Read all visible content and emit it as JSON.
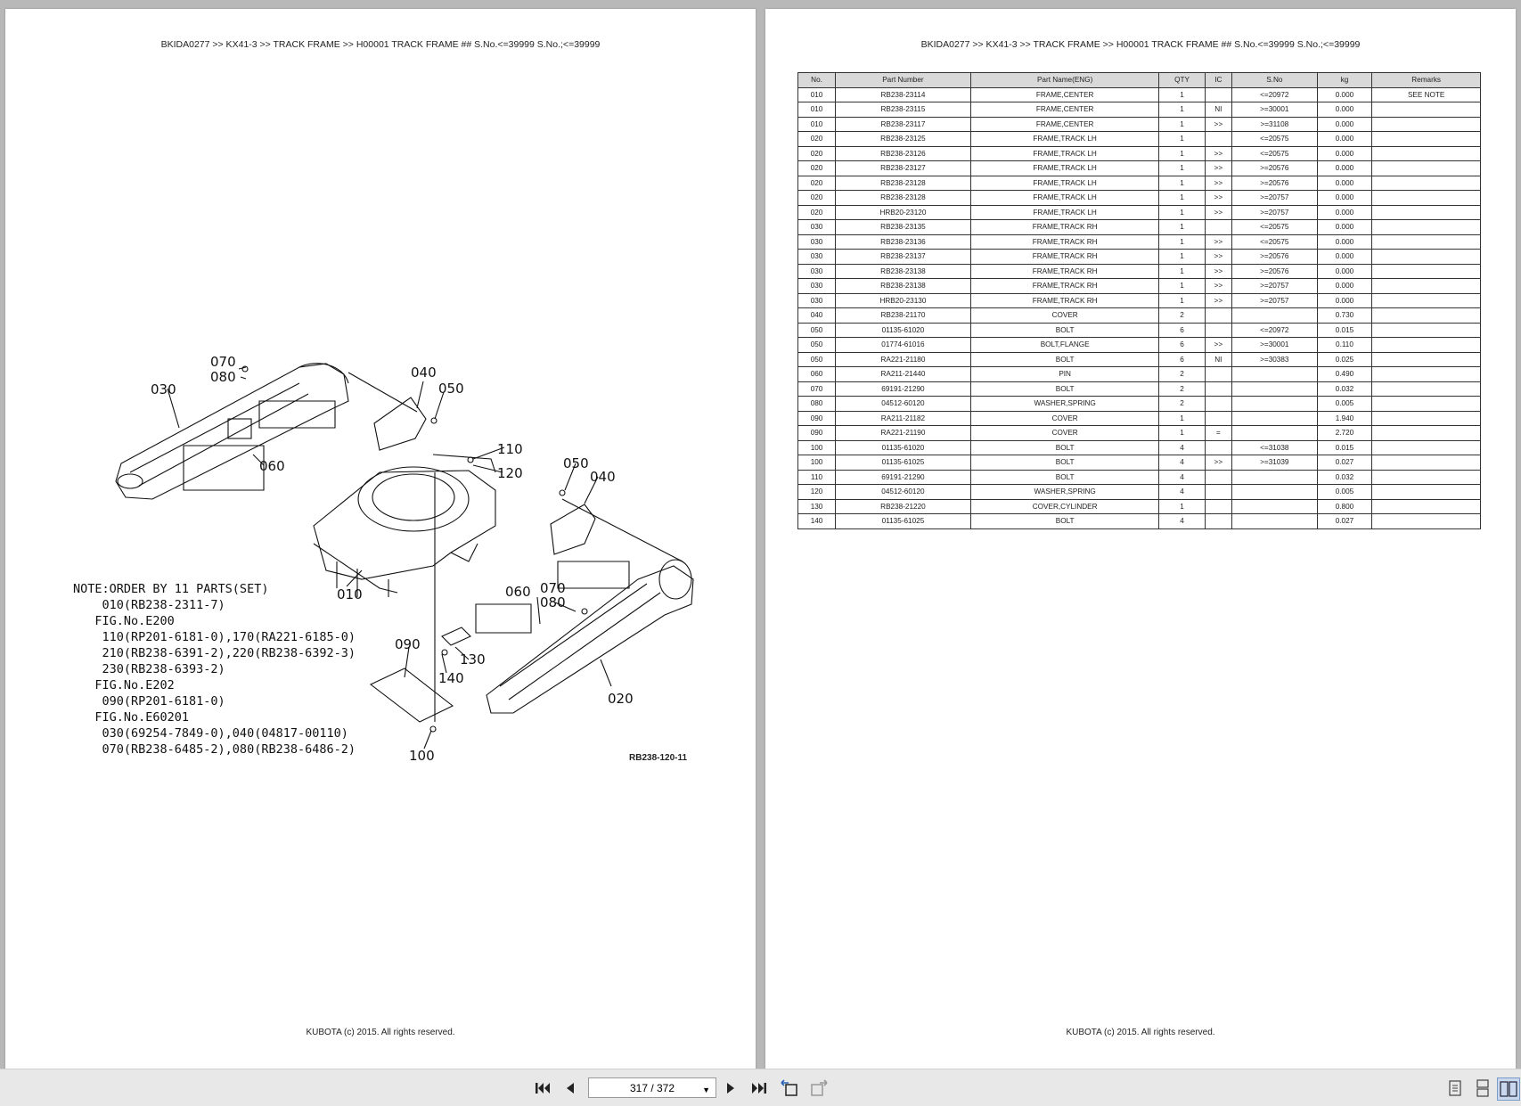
{
  "left_page": {
    "header": "BKIDA0277 >> KX41-3 >> TRACK FRAME >> H00001   TRACK FRAME ## S.No.<=39999 S.No.;<=39999",
    "footer": "KUBOTA (c) 2015. All rights reserved.",
    "diagram": {
      "callouts": [
        "070",
        "080",
        "030",
        "040",
        "050",
        "060",
        "110",
        "120",
        "050",
        "040",
        "010",
        "060",
        "070",
        "080",
        "090",
        "130",
        "140",
        "020",
        "100"
      ],
      "figure_code": "RB238-120-11"
    },
    "note_lines": [
      "NOTE:ORDER BY 11 PARTS(SET)",
      "    010(RB238-2311-7)",
      "   FIG.No.E200",
      "    110(RP201-6181-0),170(RA221-6185-0)",
      "    210(RB238-6391-2),220(RB238-6392-3)",
      "    230(RB238-6393-2)",
      "   FIG.No.E202",
      "    090(RP201-6181-0)",
      "   FIG.No.E60201",
      "    030(69254-7849-0),040(04817-00110)",
      "    070(RB238-6485-2),080(RB238-6486-2)"
    ]
  },
  "right_page": {
    "header": "BKIDA0277 >> KX41-3 >> TRACK FRAME >> H00001   TRACK FRAME ## S.No.<=39999 S.No.;<=39999",
    "footer": "KUBOTA (c) 2015. All rights reserved.",
    "table": {
      "columns": [
        "No.",
        "Part Number",
        "Part Name(ENG)",
        "QTY",
        "IC",
        "S.No",
        "kg",
        "Remarks"
      ],
      "rows": [
        [
          "010",
          "RB238-23114",
          "FRAME,CENTER",
          "1",
          "",
          "<=20972",
          "0.000",
          "SEE NOTE"
        ],
        [
          "010",
          "RB238-23115",
          "FRAME,CENTER",
          "1",
          "NI",
          ">=30001",
          "0.000",
          ""
        ],
        [
          "010",
          "RB238-23117",
          "FRAME,CENTER",
          "1",
          ">>",
          ">=31108",
          "0.000",
          ""
        ],
        [
          "020",
          "RB238-23125",
          "FRAME,TRACK LH",
          "1",
          "",
          "<=20575",
          "0.000",
          ""
        ],
        [
          "020",
          "RB238-23126",
          "FRAME,TRACK LH",
          "1",
          ">>",
          "<=20575",
          "0.000",
          ""
        ],
        [
          "020",
          "RB238-23127",
          "FRAME,TRACK LH",
          "1",
          ">>",
          ">=20576",
          "0.000",
          ""
        ],
        [
          "020",
          "RB238-23128",
          "FRAME,TRACK LH",
          "1",
          ">>",
          ">=20576",
          "0.000",
          ""
        ],
        [
          "020",
          "RB238-23128",
          "FRAME,TRACK LH",
          "1",
          ">>",
          ">=20757",
          "0.000",
          ""
        ],
        [
          "020",
          "HRB20-23120",
          "FRAME,TRACK LH",
          "1",
          ">>",
          ">=20757",
          "0.000",
          ""
        ],
        [
          "030",
          "RB238-23135",
          "FRAME,TRACK RH",
          "1",
          "",
          "<=20575",
          "0.000",
          ""
        ],
        [
          "030",
          "RB238-23136",
          "FRAME,TRACK RH",
          "1",
          ">>",
          "<=20575",
          "0.000",
          ""
        ],
        [
          "030",
          "RB238-23137",
          "FRAME,TRACK RH",
          "1",
          ">>",
          ">=20576",
          "0.000",
          ""
        ],
        [
          "030",
          "RB238-23138",
          "FRAME,TRACK RH",
          "1",
          ">>",
          ">=20576",
          "0.000",
          ""
        ],
        [
          "030",
          "RB238-23138",
          "FRAME,TRACK RH",
          "1",
          ">>",
          ">=20757",
          "0.000",
          ""
        ],
        [
          "030",
          "HRB20-23130",
          "FRAME,TRACK RH",
          "1",
          ">>",
          ">=20757",
          "0.000",
          ""
        ],
        [
          "040",
          "RB238-21170",
          "COVER",
          "2",
          "",
          "",
          "0.730",
          ""
        ],
        [
          "050",
          "01135-61020",
          "BOLT",
          "6",
          "",
          "<=20972",
          "0.015",
          ""
        ],
        [
          "050",
          "01774-61016",
          "BOLT,FLANGE",
          "6",
          ">>",
          ">=30001",
          "0.110",
          ""
        ],
        [
          "050",
          "RA221-21180",
          "BOLT",
          "6",
          "NI",
          ">=30383",
          "0.025",
          ""
        ],
        [
          "060",
          "RA211-21440",
          "PIN",
          "2",
          "",
          "",
          "0.490",
          ""
        ],
        [
          "070",
          "69191-21290",
          "BOLT",
          "2",
          "",
          "",
          "0.032",
          ""
        ],
        [
          "080",
          "04512-60120",
          "WASHER,SPRING",
          "2",
          "",
          "",
          "0.005",
          ""
        ],
        [
          "090",
          "RA211-21182",
          "COVER",
          "1",
          "",
          "",
          "1.940",
          ""
        ],
        [
          "090",
          "RA221-21190",
          "COVER",
          "1",
          "=",
          "",
          "2.720",
          ""
        ],
        [
          "100",
          "01135-61020",
          "BOLT",
          "4",
          "",
          "<=31038",
          "0.015",
          ""
        ],
        [
          "100",
          "01135-61025",
          "BOLT",
          "4",
          ">>",
          ">=31039",
          "0.027",
          ""
        ],
        [
          "110",
          "69191-21290",
          "BOLT",
          "4",
          "",
          "",
          "0.032",
          ""
        ],
        [
          "120",
          "04512-60120",
          "WASHER,SPRING",
          "4",
          "",
          "",
          "0.005",
          ""
        ],
        [
          "130",
          "RB238-21220",
          "COVER,CYLINDER",
          "1",
          "",
          "",
          "0.800",
          ""
        ],
        [
          "140",
          "01135-61025",
          "BOLT",
          "4",
          "",
          "",
          "0.027",
          ""
        ]
      ]
    }
  },
  "toolbar": {
    "page_indicator": "317 / 372"
  }
}
